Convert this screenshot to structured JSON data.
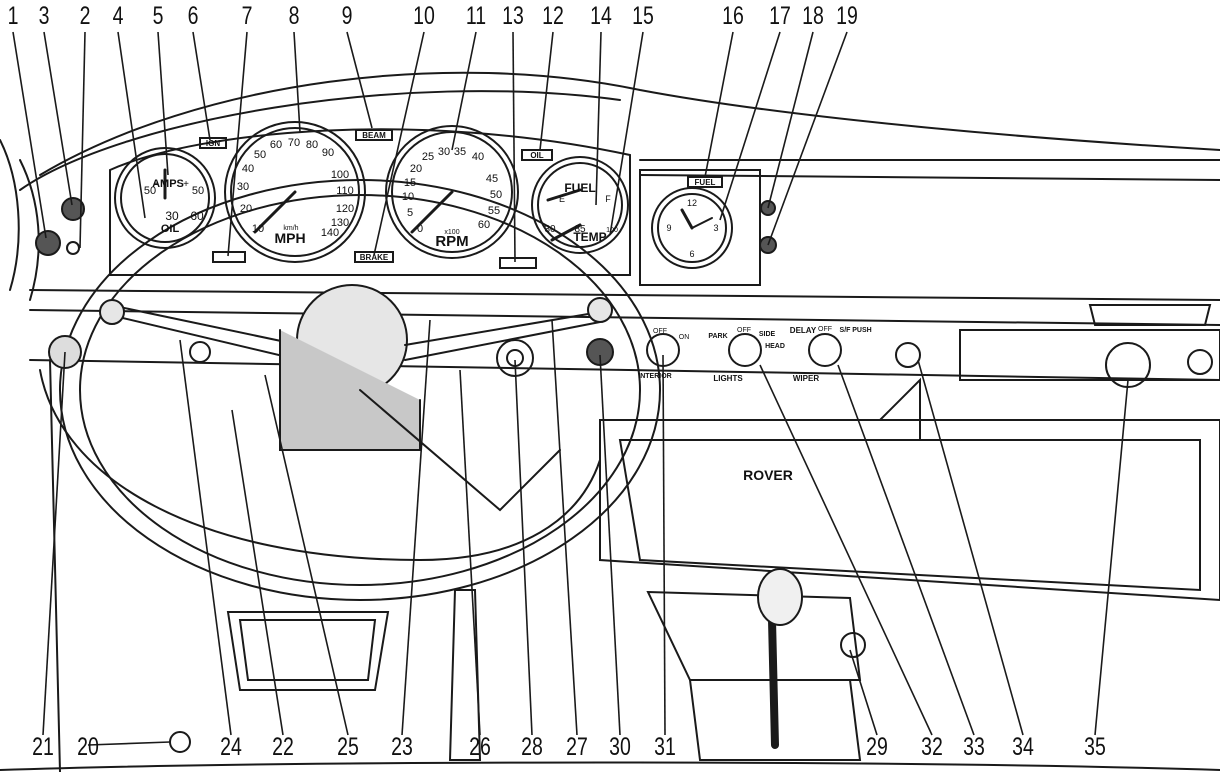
{
  "callouts": {
    "top": [
      "1",
      "3",
      "2",
      "4",
      "5",
      "6",
      "7",
      "8",
      "9",
      "10",
      "11",
      "13",
      "12",
      "14",
      "15",
      "16",
      "17",
      "18",
      "19"
    ],
    "bottom": [
      "21",
      "20",
      "24",
      "22",
      "25",
      "23",
      "26",
      "28",
      "27",
      "30",
      "31",
      "29",
      "32",
      "33",
      "34",
      "35"
    ]
  },
  "gauges": {
    "ammeter": {
      "word": "AMPS",
      "left": "50",
      "right": "50",
      "minus": "-",
      "plus": "+"
    },
    "oil": {
      "word": "OIL",
      "left": "30",
      "right": "60"
    },
    "speedo": {
      "unit": "MPH",
      "unit_top": "km/h",
      "ticks": [
        "10",
        "20",
        "30",
        "40",
        "50",
        "60",
        "70",
        "80",
        "90",
        "100",
        "110",
        "120",
        "130",
        "140"
      ]
    },
    "tacho": {
      "unit": "RPM",
      "unit_top": "x100",
      "ticks": [
        "0",
        "5",
        "10",
        "15",
        "20",
        "25",
        "30",
        "35",
        "40",
        "45",
        "50",
        "55",
        "60"
      ]
    },
    "fuel": {
      "word": "FUEL",
      "empty": "E",
      "full": "F"
    },
    "temp": {
      "word": "TEMP",
      "low": "30",
      "mid": "85",
      "high": "100"
    },
    "clock": {
      "n12": "12",
      "n3": "3",
      "n6": "6",
      "n9": "9"
    }
  },
  "warning_lights": {
    "ign": "IGN",
    "beam": "BEAM",
    "oil": "OIL",
    "brake": "BRAKE",
    "fuel": "FUEL"
  },
  "switches": {
    "interior": "INTERIOR",
    "off1": "OFF",
    "on1": "ON",
    "park": "PARK",
    "off2": "OFF",
    "side": "SIDE",
    "head": "HEAD",
    "lights": "LIGHTS",
    "delay": "DELAY",
    "off3": "OFF",
    "slow_fast": "S/F",
    "push": "PUSH",
    "wiper": "WIPER"
  },
  "badge": {
    "text": "ROVER"
  },
  "colors": {
    "ink": "#1a1a1a",
    "shade": "#c8c8c8",
    "light": "#e6e6e6"
  }
}
